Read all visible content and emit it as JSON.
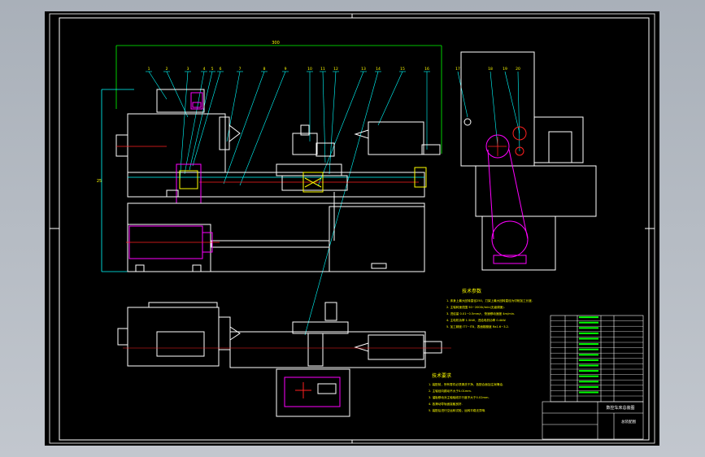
{
  "drawing": {
    "dimension_top": "300",
    "dimension_left": "25",
    "balloons_main": [
      "1",
      "2",
      "3",
      "4",
      "5",
      "6",
      "7",
      "8",
      "9",
      "10",
      "11",
      "12",
      "13",
      "14",
      "15",
      "16"
    ],
    "balloon_side": "17",
    "balloons_belt": [
      "18",
      "19",
      "20"
    ]
  },
  "notes": {
    "tech_params_title": "技术参数",
    "tech_params": [
      "1. 床身上最大回转直径250，刀架上最大回转直径为切削加工长度.",
      "2. 主轴转速范围 50~2000r/min(无级调速).",
      "3. 进给量 0.01~0.5mm/r，快速移动速度 4m/min.",
      "4. 主电机功率 1.5kW，进给电机功率 0.4kW.",
      "5. 加工精度 IT7~IT8，表面粗糙度 Ra1.6~3.2."
    ],
    "tech_req_title": "技术要求",
    "tech_req": [
      "1. 装配前，所有零件必须清洗干净，各配合面加注润滑油.",
      "2. 主轴径向跳动不大于0.01mm.",
      "3. 溜板移动对主轴轴线平行度不大于0.02mm.",
      "4. 各滑动导轨面接触良好.",
      "5. 装配后进行空运转试验，运转平稳无异响."
    ]
  },
  "title_block": {
    "title": "数控车床总装图",
    "drawing_no": "总装配图"
  },
  "colors": {
    "line": "#ffffff",
    "frame": "#e8e8e8",
    "leader": "#00ffff",
    "magenta": "#ff00ff",
    "green": "#00ff00",
    "yellow": "#ffff00",
    "red": "#ff2020",
    "cyan": "#00ffff"
  }
}
